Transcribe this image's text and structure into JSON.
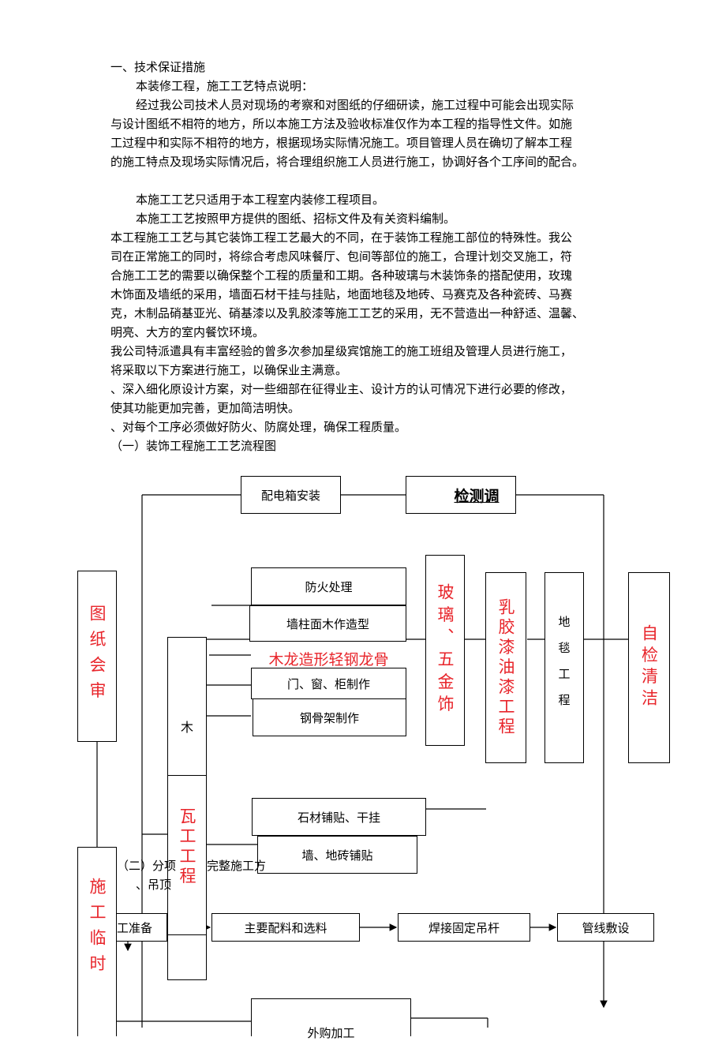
{
  "doc": {
    "heading": "一、技术保证措施",
    "p1": "本装修工程，施工工艺特点说明：",
    "p2_l1": "经过我公司技术人员对现场的考察和对图纸的仔细研读，施工过程中可能会出现实际",
    "p2_l2": "与设计图纸不相符的地方，所以本施工方法及验收标准仅作为本工程的指导性文件。如施",
    "p2_l3": "工过程中和实际不相符的地方，根据现场实际情况施工。项目管理人员在确切了解本工程",
    "p2_l4": "的施工特点及现场实际情况后，将合理组织施工人员进行施工，协调好各个工序间的配合。",
    "p3": "本施工工艺只适用于本工程室内装修工程项目。",
    "p4": "本施工工艺按照甲方提供的图纸、招标文件及有关资料编制。",
    "p5_l1": "本工程施工工艺与其它装饰工程工艺最大的不同，在于装饰工程施工部位的特殊性。我公",
    "p5_l2": "司在正常施工的同时，将综合考虑风味餐厅、包间等部位的施工，合理计划交叉施工，符",
    "p5_l3": "合施工工艺的需要以确保整个工程的质量和工期。各种玻璃与木装饰条的搭配使用，玫瑰",
    "p5_l4": "木饰面及墙纸的采用，墙面石材干挂与挂贴，地面地毯及地砖、马赛克及各种瓷砖、马赛",
    "p5_l5": "克，木制品硝基亚光、硝基漆以及乳胶漆等施工工艺的采用，无不营造出一种舒适、温馨、",
    "p5_l6": "明亮、大方的室内餐饮环境。",
    "p6_l1": "我公司特派遣具有丰富经验的曾多次参加星级宾馆施工的施工班组及管理人员进行施工，",
    "p6_l2": "将采取以下方案进行施工，以确保业主满意。",
    "p7_l1": "、深入细化原设计方案，对一些细部在征得业主、设计方的认可情况下进行必要的修改，",
    "p7_l2": "使其功能更加完善，更加简洁明快。",
    "p8": "、对每个工序必须做好防火、防腐处理，确保工程质量。",
    "p9": "（一）装饰工程施工工艺流程图",
    "sub2": "（二）分项",
    "sub2b": "完整施工方",
    "sub2c": "、吊顶"
  },
  "flow": {
    "peidian": "配电箱安装",
    "jiance": "检测调",
    "tuzhi": "图纸会审",
    "fanghuo": "防火处理",
    "qiangzhu": "墙柱面木作造型",
    "mulong": "木龙造形轻钢龙骨",
    "menchuang": "门、窗、柜制作",
    "ganggu": "钢骨架制作",
    "mu": "木",
    "boli": "玻璃、五金饰",
    "rujiao": "乳胶漆油漆工程",
    "ditan": "地毯工程",
    "zijian": "自检清洁",
    "wagong": "瓦工工程",
    "shicai": "石材铺贴、干挂",
    "qiangzhuan": "墙、地砖铺贴",
    "shigong": "施工临时",
    "zhunbei": "工准备",
    "peiliao": "主要配料和选料",
    "hanjie": "焊接固定吊杆",
    "guanxian": "管线敷设",
    "waigou": "外购加工"
  }
}
